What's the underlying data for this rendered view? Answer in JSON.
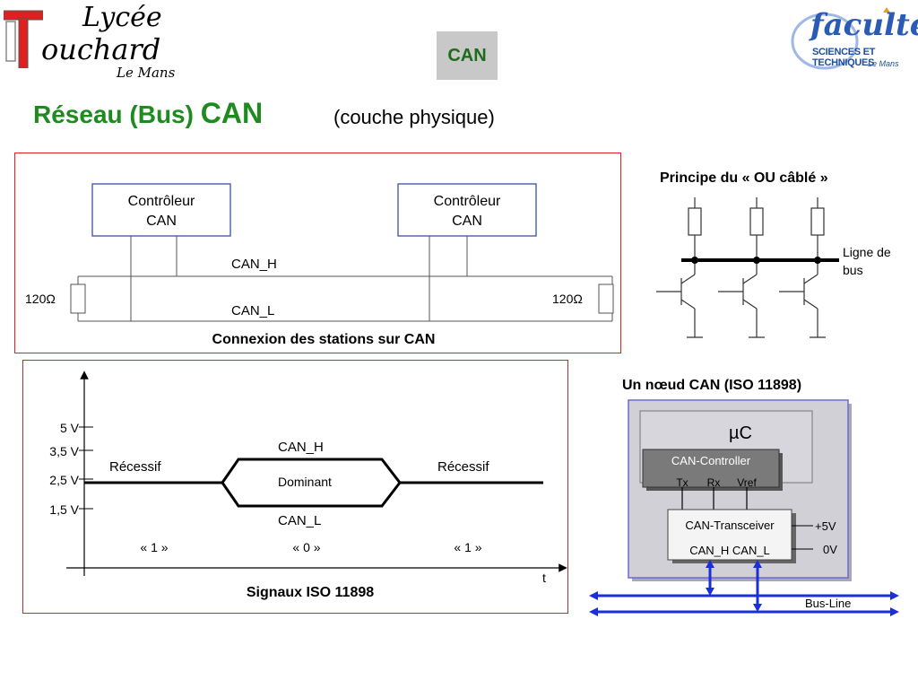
{
  "header": {
    "logo_left": {
      "line1": "Lycée",
      "line2": "ouchard",
      "line3": "Le Mans"
    },
    "center_badge": "CAN",
    "logo_right": {
      "word": "faculté",
      "sub": "SCIENCES ET TECHNIQUES",
      "city": "Le Mans"
    }
  },
  "title": {
    "part1": "Réseau (Bus) ",
    "part2": "CAN",
    "part3": "(couche physique)"
  },
  "connexion": {
    "controller1": [
      "Contrôleur",
      "CAN"
    ],
    "controller2": [
      "Contrôleur",
      "CAN"
    ],
    "can_h": "CAN_H",
    "can_l": "CAN_L",
    "resistor_left": "120Ω",
    "resistor_right": "120Ω",
    "caption": "Connexion des stations sur CAN"
  },
  "ou_cable": {
    "title": "Principe du   « OU câblé »",
    "bus_label": [
      "Ligne de",
      "bus"
    ]
  },
  "signaux": {
    "y_ticks": [
      "5 V",
      "3,5 V",
      "2,5 V",
      "1,5 V"
    ],
    "recessif_left": "Récessif",
    "recessif_right": "Récessif",
    "dominant": "Dominant",
    "can_h": "CAN_H",
    "can_l": "CAN_L",
    "bits": [
      "« 1 »",
      "« 0 »",
      "« 1 »"
    ],
    "t_label": "t",
    "caption": "Signaux ISO 11898"
  },
  "noeud": {
    "title": "Un nœud CAN (ISO 11898)",
    "uc": "µC",
    "controller": "CAN-Controller",
    "pins": [
      "Tx",
      "Rx",
      "Vref"
    ],
    "transceiver": "CAN-Transceiver",
    "transceiver_pins": "CAN_H  CAN_L",
    "plus5v": "+5V",
    "zero_v": "0V",
    "bus_line": "Bus-Line"
  },
  "colors": {
    "title_green": "#1f8a1f",
    "panel_border": "#dd2222",
    "controller_border": "#3b4fa8",
    "bus_blue": "#1a2fd8"
  }
}
